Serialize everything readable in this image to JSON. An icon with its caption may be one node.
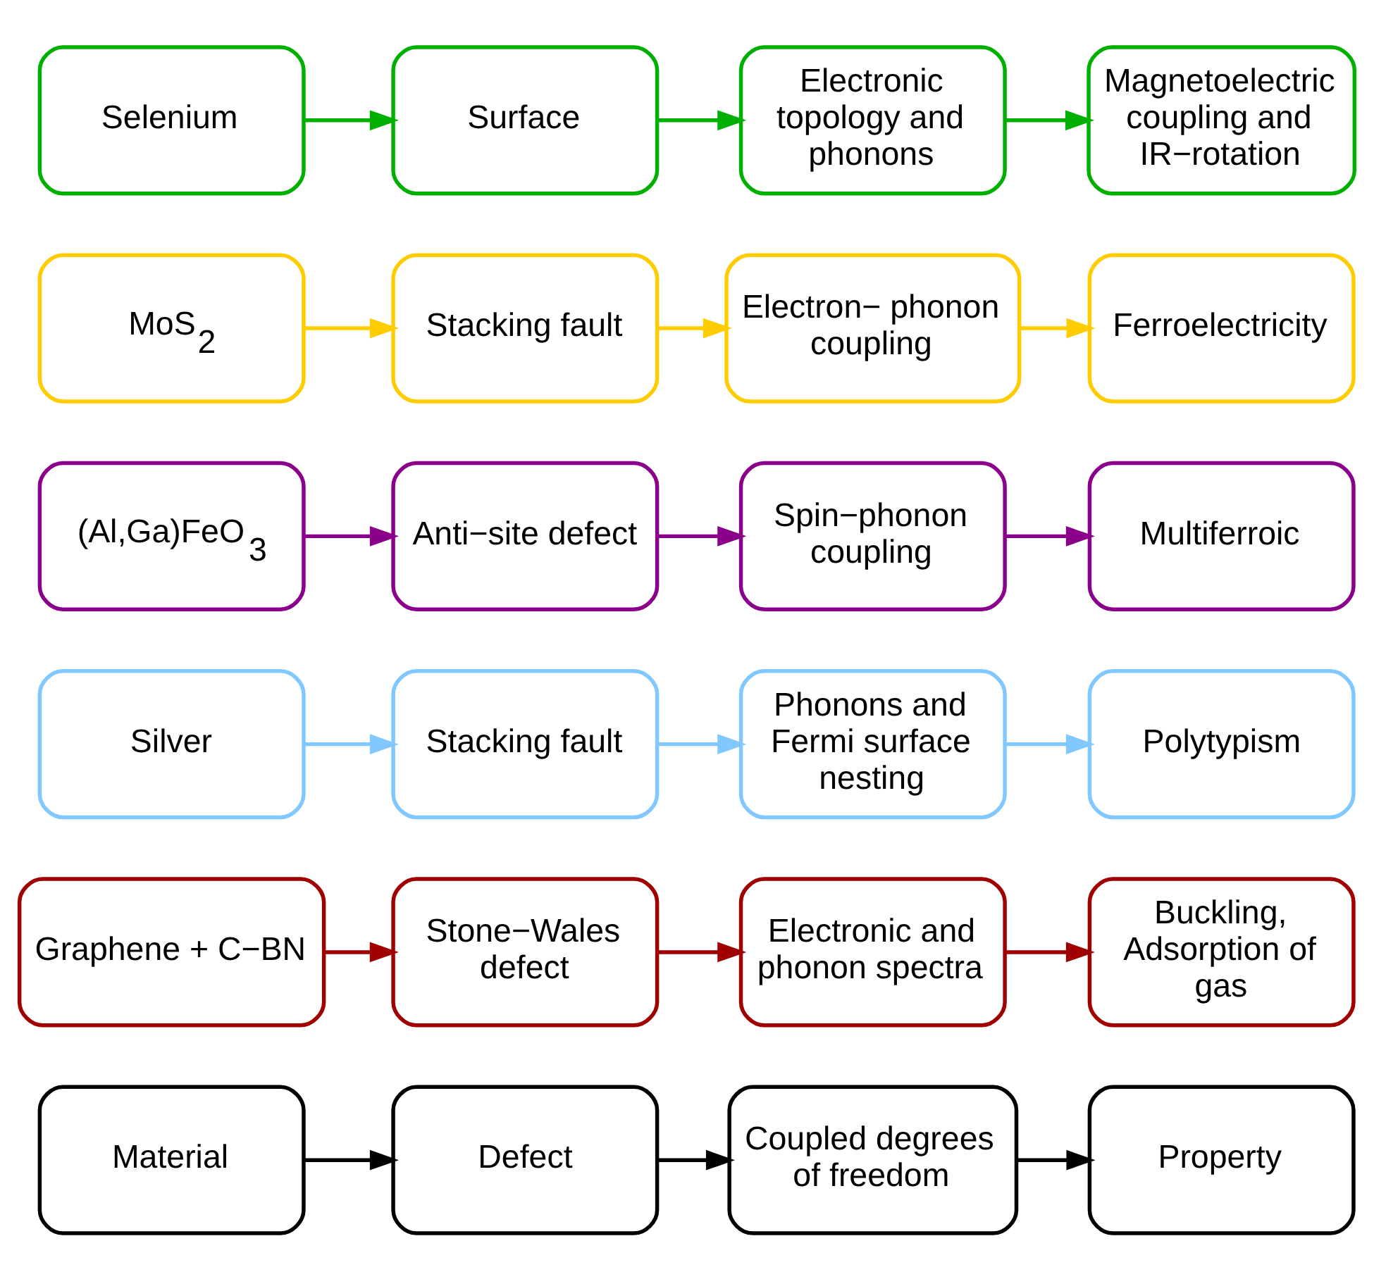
{
  "diagram": {
    "nodes": [
      {
        "text": [
          "Material"
        ]
      },
      {
        "text": [
          "Defect"
        ]
      },
      {
        "text": [
          "Coupled degrees of freedom"
        ]
      },
      {
        "text": [
          "Property"
        ]
      },
      {
        "text": [
          "Graphene + C−BN"
        ]
      },
      {
        "text": [
          "Stone−Wales defect"
        ]
      },
      {
        "text": [
          "Electronic and phonon spectra"
        ]
      },
      {
        "text": [
          "Buckling, Adsorption of gas"
        ]
      },
      {
        "text": [
          "Silver"
        ]
      },
      {
        "text": [
          "Stacking fault"
        ]
      },
      {
        "text": [
          "Phonons and Fermi surface nesting"
        ]
      },
      {
        "text": [
          "Polytypism"
        ]
      },
      {
        "text": [
          "(Al,Ga)FeO$_{3}$"
        ]
      },
      {
        "text": [
          "Anti−site defect"
        ]
      },
      {
        "text": [
          "Spin−phonon coupling"
        ]
      },
      {
        "text": [
          "Multiferroic"
        ]
      },
      {
        "text": [
          "MoS$_{2}$"
        ]
      },
      {
        "text": [
          "Stacking fault"
        ]
      },
      {
        "text": [
          "Electron− phonon coupling"
        ]
      },
      {
        "text": [
          "Ferroelectricity"
        ]
      },
      {
        "text": [
          "Selenium"
        ]
      },
      {
        "text": [
          "Surface"
        ]
      },
      {
        "text": [
          "Electronic topology and phonons"
        ]
      },
      {
        "text": [
          "Magnetoelectric coupling and IR−rotation"
        ]
      }
    ],
    "edges": [
      {
        "from": 0,
        "to": 1,
        "arrow": "to",
        "color": "#000000"
      },
      {
        "from": 1,
        "to": 2,
        "arrow": "to",
        "color": "#000000"
      },
      {
        "from": 2,
        "to": 3,
        "arrow": "to",
        "color": "#000000"
      },
      {
        "from": 4,
        "to": 5,
        "arrow": "to",
        "color": "#a00000"
      },
      {
        "from": 5,
        "to": 6,
        "arrow": "to",
        "color": "#a00000"
      },
      {
        "from": 6,
        "to": 7,
        "arrow": "to",
        "color": "#a00000"
      },
      {
        "from": 8,
        "to": 9,
        "arrow": "to",
        "color": "#80c8ff"
      },
      {
        "from": 9,
        "to": 10,
        "arrow": "to",
        "color": "#80c8ff"
      },
      {
        "from": 10,
        "to": 11,
        "arrow": "to",
        "color": "#80c8ff"
      },
      {
        "from": 12,
        "to": 13,
        "arrow": "to",
        "color": "#8b008b"
      },
      {
        "from": 13,
        "to": 14,
        "arrow": "to",
        "color": "#8b008b"
      },
      {
        "from": 14,
        "to": 15,
        "arrow": "to",
        "color": "#8b008b"
      },
      {
        "from": 16,
        "to": 17,
        "arrow": "to",
        "color": "#ffcc00"
      },
      {
        "from": 17,
        "to": 18,
        "arrow": "to",
        "color": "#ffcc00"
      },
      {
        "from": 18,
        "to": 19,
        "arrow": "to",
        "color": "#ffcc00"
      },
      {
        "from": 20,
        "to": 21,
        "arrow": "to",
        "color": "#00b000"
      },
      {
        "from": 21,
        "to": 22,
        "arrow": "to",
        "color": "#00b000"
      },
      {
        "from": 22,
        "to": 23,
        "arrow": "to",
        "color": "#00b000"
      }
    ]
  }
}
